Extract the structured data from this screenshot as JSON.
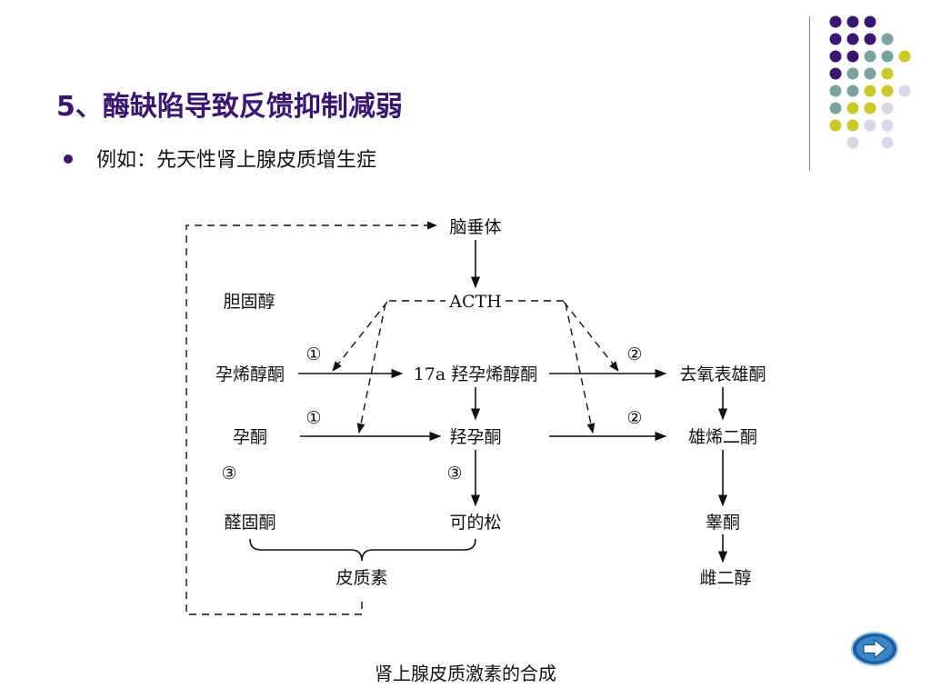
{
  "slide": {
    "title": "5、酶缺陷导致反馈抑制减弱",
    "bullet": "例如：先天性肾上腺皮质增生症",
    "caption": "肾上腺皮质激素的合成"
  },
  "diagram": {
    "nodes": {
      "pituitary": "脑垂体",
      "acth": "ACTH",
      "cholesterol": "胆固醇",
      "pregnenolone": "孕烯醇酮",
      "hydroxypregnenolone": "17a 羟孕烯醇酮",
      "dhea": "去氧表雄酮",
      "progesterone": "孕酮",
      "hydroxyprogesterone": "羟孕酮",
      "androstenedione": "雄烯二酮",
      "aldosterone": "醛固酮",
      "cortisol": "可的松",
      "testosterone": "睾酮",
      "estradiol": "雌二醇",
      "corticoids": "皮质素"
    },
    "markers": {
      "m1a": "①",
      "m1b": "①",
      "m2a": "②",
      "m2b": "②",
      "m3a": "③",
      "m3b": "③"
    }
  },
  "colors": {
    "title": "#3b1670",
    "dot_purple": "#3b1670",
    "dot_teal": "#7aa3a0",
    "dot_yellow": "#c9c92a",
    "dot_lavender": "#d8d8ea"
  },
  "icons": {
    "next": "right-arrow-icon"
  }
}
